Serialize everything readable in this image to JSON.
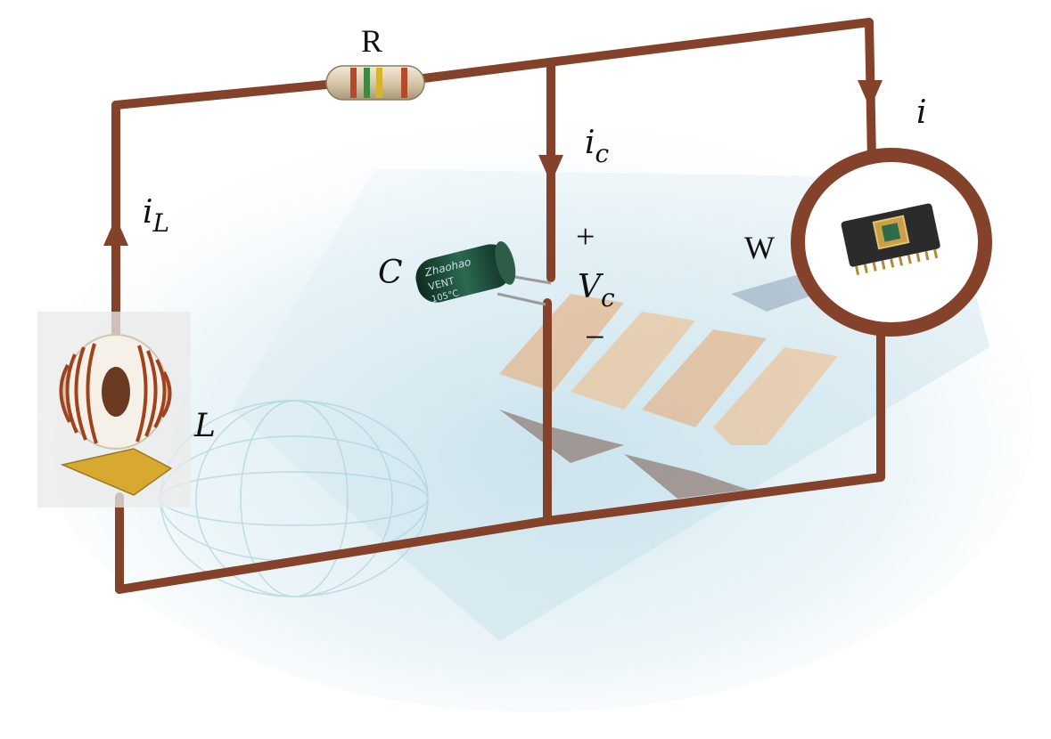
{
  "labels": {
    "resistor": "R",
    "inductor": "L",
    "capacitor": "C",
    "device": "W",
    "plus": "+",
    "minus": "−",
    "i_main": "i",
    "i_L_base": "i",
    "i_L_sub": "L",
    "i_c_base": "i",
    "i_c_sub": "c",
    "v_c_base": "V",
    "v_c_sub": "c"
  },
  "capacitor_print": [
    "Zhaohao",
    "VENT",
    "105°C"
  ],
  "colors": {
    "wire": "#84422a",
    "resistor_body": "#e0d3bd",
    "capacitor_body": "#1d4a37",
    "inductor_copper": "#a0431d",
    "chip_ring": "#84422a",
    "background_glow": "#dcecf3"
  }
}
